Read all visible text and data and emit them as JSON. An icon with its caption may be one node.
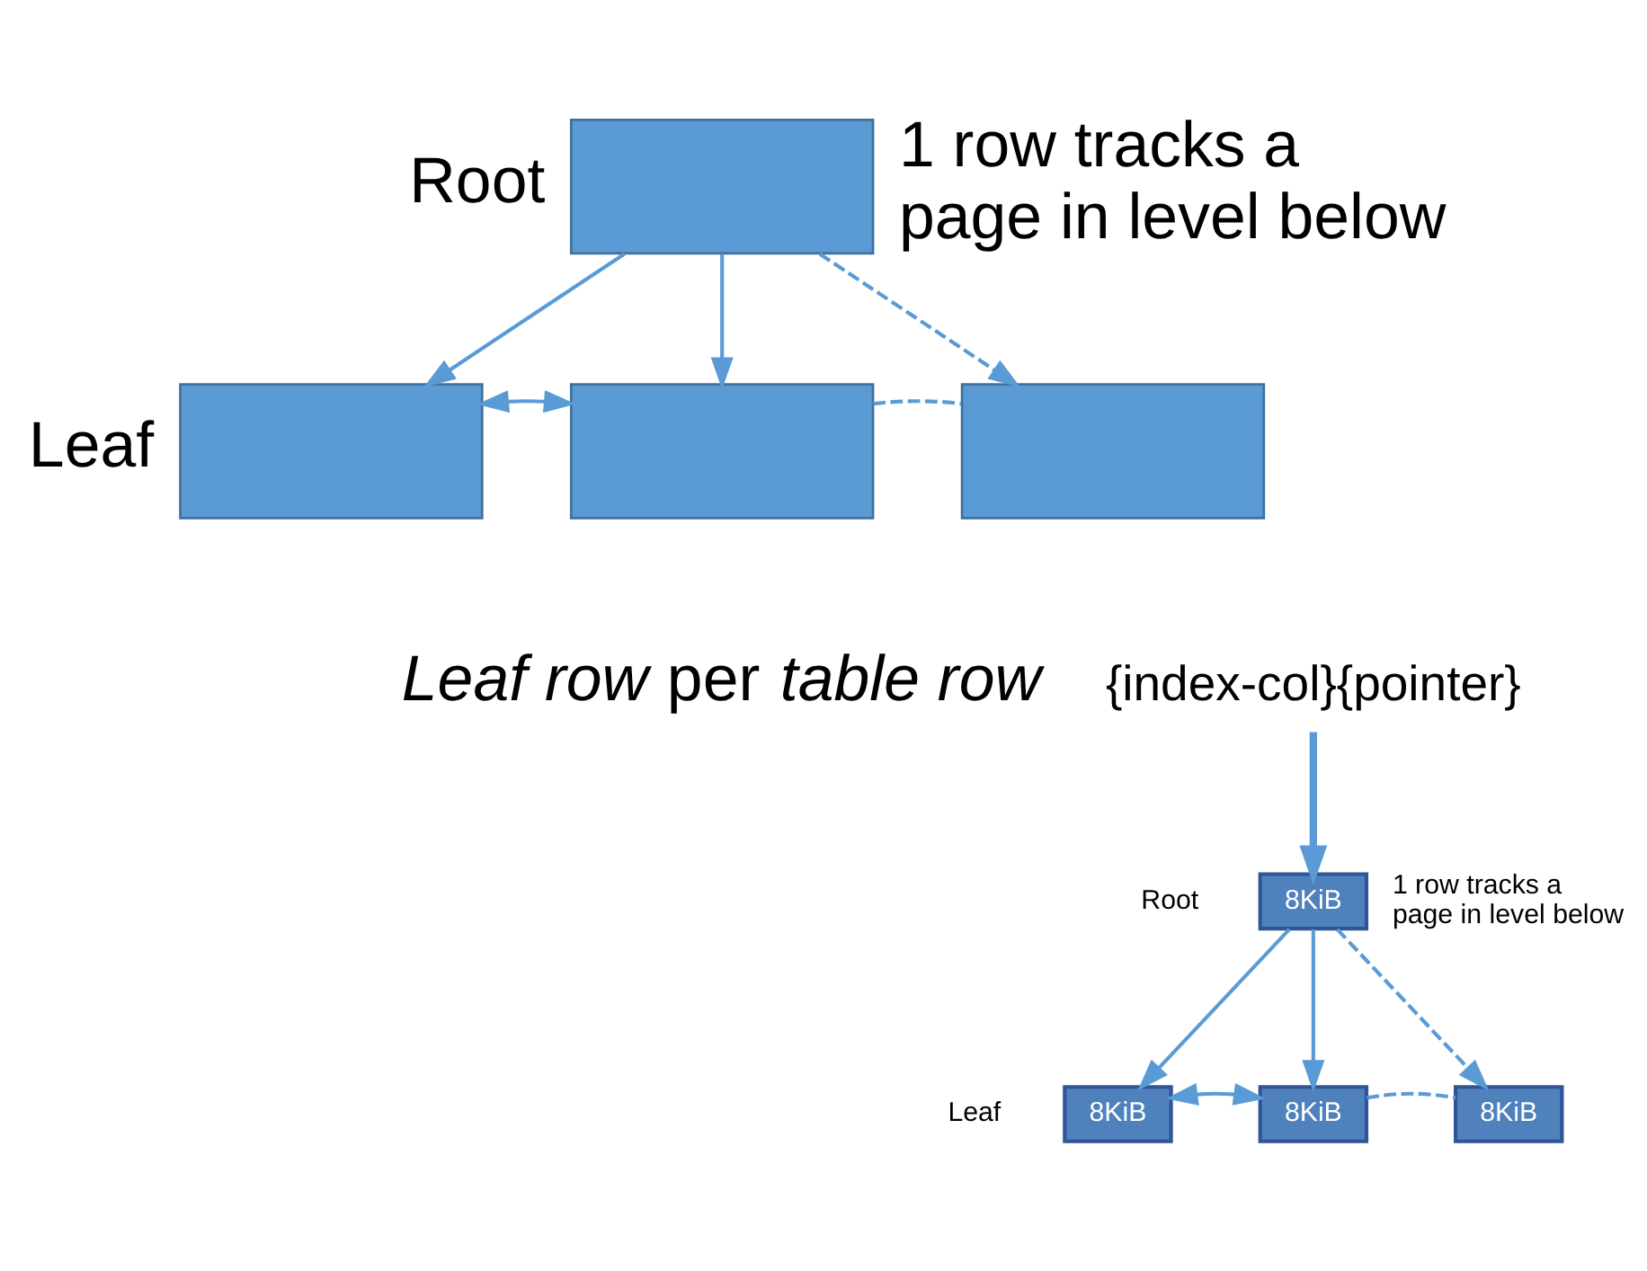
{
  "diagram": {
    "nodes": [
      {
        "text": [],
        "shape": "box",
        "beside": [
          "Root",
          "1 row tracks a page in level below"
        ]
      },
      {
        "text": [],
        "shape": "box",
        "beside": [
          "Leaf"
        ]
      },
      {
        "text": [],
        "shape": "box"
      },
      {
        "text": [],
        "shape": "box"
      },
      {
        "text": [
          "{index-col}{pointer}"
        ]
      },
      {
        "text": [
          "8KiB"
        ],
        "beside": [
          "Root",
          "1 row tracks a page in level below"
        ]
      },
      {
        "text": [
          "8KiB"
        ],
        "beside": [
          "Leaf"
        ]
      },
      {
        "text": [
          "8KiB"
        ]
      },
      {
        "text": [
          "8KiB"
        ]
      }
    ],
    "edges": [
      {
        "from": 0,
        "to": 1,
        "arrow": "to"
      },
      {
        "from": 0,
        "to": 2,
        "arrow": "to"
      },
      {
        "from": 0,
        "to": 3,
        "arrow": "to",
        "style": "dashed"
      },
      {
        "from": 1,
        "to": 2,
        "arrow": "both"
      },
      {
        "from": 2,
        "to": 3,
        "arrow": "none",
        "style": "dashed"
      },
      {
        "from": 4,
        "to": 5,
        "arrow": "to",
        "style": "thick"
      },
      {
        "from": 5,
        "to": 6,
        "arrow": "to"
      },
      {
        "from": 5,
        "to": 7,
        "arrow": "to"
      },
      {
        "from": 5,
        "to": 8,
        "arrow": "to",
        "style": "dashed"
      },
      {
        "from": 6,
        "to": 7,
        "arrow": "both"
      },
      {
        "from": 7,
        "to": 8,
        "arrow": "none",
        "style": "dashed"
      }
    ],
    "labels": [
      "*Leaf row* per *table row*"
    ]
  }
}
